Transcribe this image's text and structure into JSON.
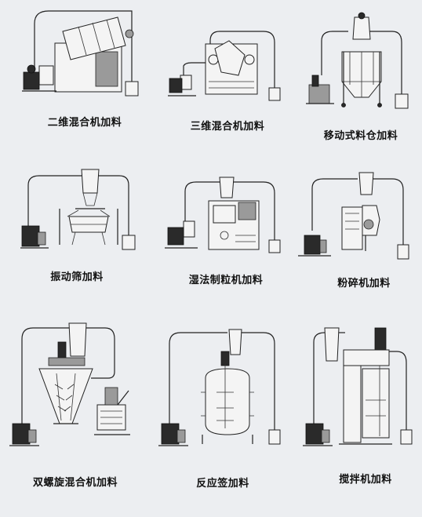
{
  "captions": [
    "二维混合机加料",
    "三维混合机加料",
    "移动式料仓加料",
    "振动筛加料",
    "湿法制粒机加料",
    "粉碎机加料",
    "双螺旋混合机加料",
    "反应签加料",
    "搅拌机加料"
  ]
}
